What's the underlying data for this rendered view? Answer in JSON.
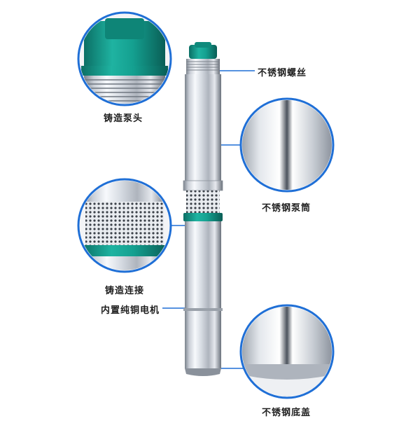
{
  "product": {
    "labels": {
      "stainless_screw": "不锈钢螺丝",
      "cast_pump_head": "铸造泵头",
      "stainless_pump_barrel": "不锈钢泵筒",
      "cast_connector": "铸造连接",
      "copper_motor": "内置纯铜电机",
      "stainless_bottom_cap": "不锈钢底盖"
    },
    "colors": {
      "accent_blue": "#1f6fd6",
      "teal_plastic": "#129c8c",
      "steel_light": "#f4f6f9",
      "steel_dark": "#6f7680"
    }
  }
}
